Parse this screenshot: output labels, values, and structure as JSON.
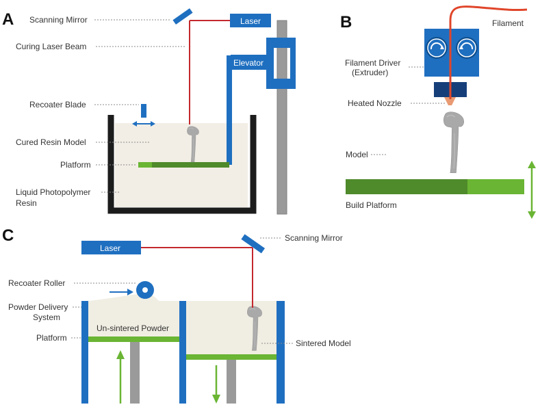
{
  "colors": {
    "blue": "#1f6fc0",
    "green_dark": "#4f8a2b",
    "green_light": "#6ab534",
    "laser_beam": "#c4282e",
    "filament": "#e0452a",
    "resin": "#f2eee6",
    "powder": "#f0ede2",
    "tank_wall": "#1c1c1c",
    "rail": "#9a9a9a",
    "bone": "#a9a9a9"
  },
  "panel_a": {
    "letter": "A",
    "laser": "Laser",
    "elevator": "Elevator",
    "labels": {
      "scanning_mirror": "Scanning Mirror",
      "curing_laser_beam": "Curing Laser Beam",
      "recoater_blade": "Recoater Blade",
      "cured_resin_model": "Cured Resin Model",
      "platform": "Platform",
      "liquid_photopolymer_line1": "Liquid Photopolymer",
      "liquid_photopolymer_line2": "Resin"
    },
    "icons": [
      "double-arrow-icon"
    ]
  },
  "panel_b": {
    "letter": "B",
    "labels": {
      "filament": "Filament",
      "filament_driver_line1": "Filament Driver",
      "filament_driver_line2": "(Extruder)",
      "heated_nozzle": "Heated Nozzle",
      "model": "Model",
      "build_platform": "Build Platform"
    },
    "icons": [
      "rotation-arrow-icon",
      "vertical-double-arrow-icon"
    ]
  },
  "panel_c": {
    "letter": "C",
    "laser": "Laser",
    "labels": {
      "scanning_mirror": "Scanning Mirror",
      "recoater_roller": "Recoater Roller",
      "powder_delivery_line1": "Powder Delivery",
      "powder_delivery_line2": "System",
      "platform": "Platform",
      "unsintered_powder": "Un-sintered Powder",
      "sintered_model": "Sintered Model"
    },
    "icons": [
      "right-arrow-icon",
      "up-arrow-icon",
      "down-arrow-icon"
    ]
  }
}
